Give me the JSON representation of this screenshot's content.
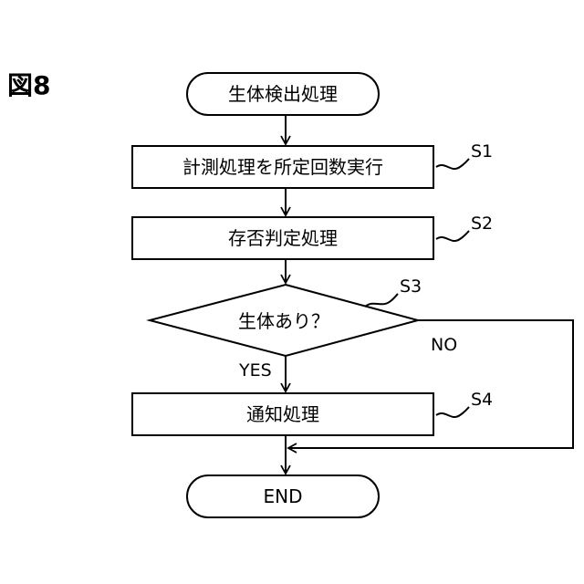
{
  "figure_label": "図8",
  "nodes": {
    "start": "生体検出処理",
    "s1": "計測処理を所定回数実行",
    "s2": "存否判定処理",
    "s3": "生体あり？",
    "s4": "通知処理",
    "end": "END"
  },
  "step_labels": {
    "s1": "S1",
    "s2": "S2",
    "s3": "S3",
    "s4": "S4"
  },
  "branch_labels": {
    "yes": "YES",
    "no": "NO"
  }
}
